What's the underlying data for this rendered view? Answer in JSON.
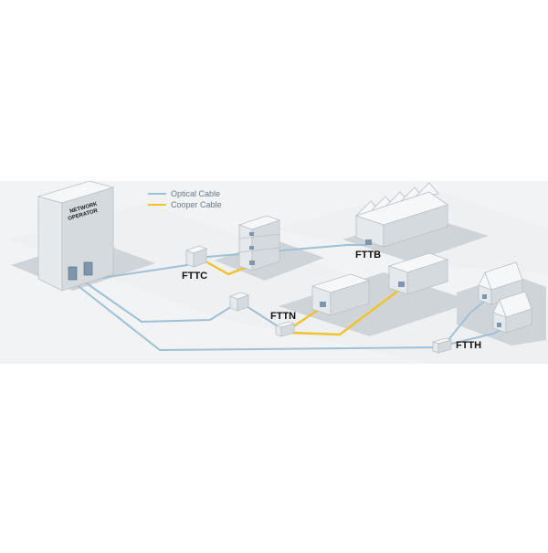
{
  "legend": {
    "optical_label": "Optical Cable",
    "copper_label": "Cooper Cable"
  },
  "colors": {
    "optical": "#9fc0d6",
    "copper": "#f2c12e",
    "band": "#f1f3f4"
  },
  "operator": {
    "line1": "NETWORK",
    "line2": "OPERATOR"
  },
  "nodes": {
    "fttc": "FTTC",
    "fttb": "FTTB",
    "fttn": "FTTN",
    "ftth": "FTTH"
  }
}
